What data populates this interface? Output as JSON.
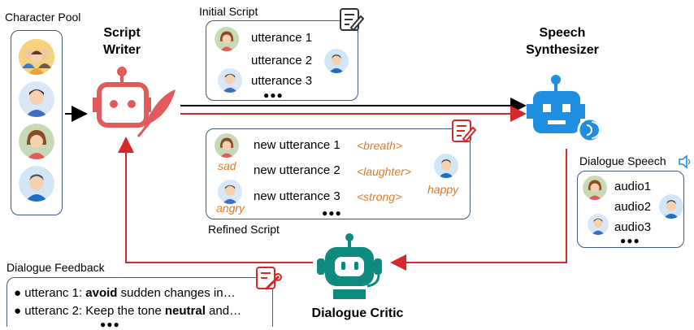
{
  "character_pool": {
    "title": "Character Pool"
  },
  "script_writer": {
    "title_line1": "Script",
    "title_line2": "Writer"
  },
  "speech_synth": {
    "title_line1": "Speech",
    "title_line2": "Synthesizer"
  },
  "critic": {
    "title": "Dialogue Critic"
  },
  "initial_script": {
    "title": "Initial Script",
    "lines": [
      "utterance 1",
      "utterance 2",
      "utterance 3"
    ],
    "dots": "●●●"
  },
  "refined_script": {
    "title": "Refined Script",
    "lines": [
      "new utterance 1",
      "new utterance 2",
      "new utterance 3"
    ],
    "tags": [
      "<breath>",
      "<laughter>",
      "<strong>"
    ],
    "emotions": [
      "sad",
      "angry",
      "happy"
    ],
    "dots": "●●●"
  },
  "dialogue_speech": {
    "title": "Dialogue Speech",
    "lines": [
      "audio1",
      "audio2",
      "audio3"
    ],
    "dots": "●●●"
  },
  "dialogue_feedback": {
    "title": "Dialogue Feedback",
    "items": [
      {
        "prefix": "utteranc 1: ",
        "bold": "avoid",
        "suffix": " sudden changes in…"
      },
      {
        "prefix": "utteranc 2: Keep the tone ",
        "bold": "neutral",
        "suffix": " and…"
      }
    ],
    "dots": "●●●"
  },
  "colors": {
    "red": "#d62a2a",
    "panel_border": "#3d5a80",
    "tag": "#e07b28",
    "robot_blue": "#1f8ee0",
    "robot_red": "#e05b5b",
    "critic_teal": "#0f8a7e"
  }
}
